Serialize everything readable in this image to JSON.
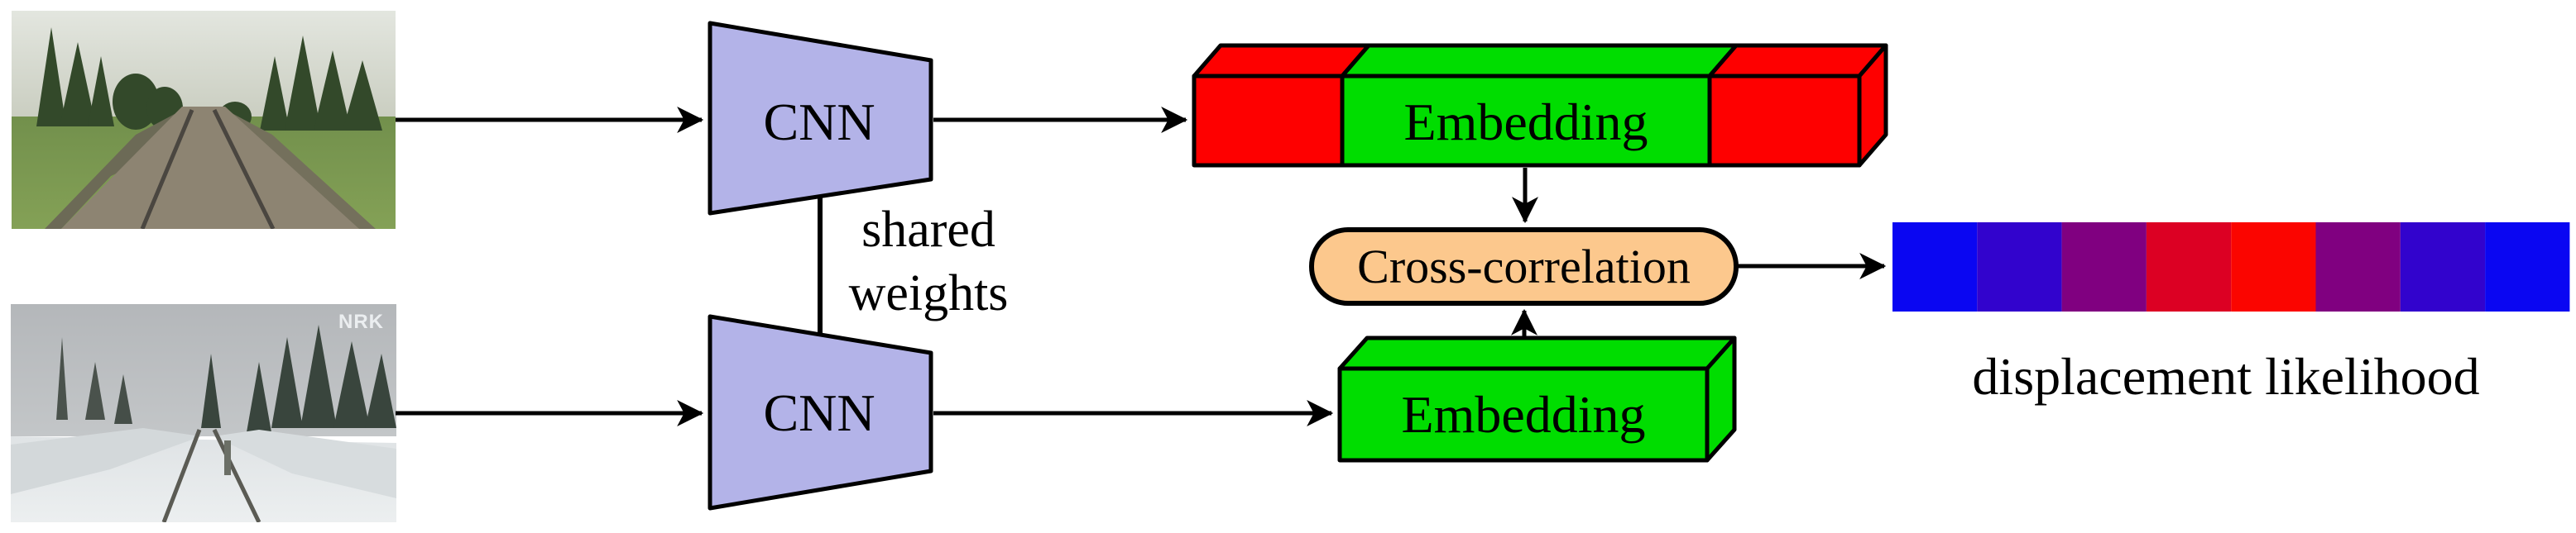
{
  "diagram": {
    "title_semantic": "siamese CNN cross-correlation displacement pipeline",
    "inputs": {
      "top_photo": {
        "description": "summer railway track between forest",
        "watermark": ""
      },
      "bottom_photo": {
        "description": "snow covered railway track",
        "watermark": "NRK"
      }
    },
    "cnn_top": {
      "label": "CNN"
    },
    "cnn_bottom": {
      "label": "CNN"
    },
    "shared_weights": {
      "line1": "shared",
      "line2": "weights"
    },
    "embedding_top": {
      "label": "Embedding"
    },
    "embedding_bottom": {
      "label": "Embedding"
    },
    "cross_correlation": {
      "label": "Cross-correlation"
    },
    "output_caption": "displacement likelihood",
    "colors": {
      "cnn_fill": "#b3b3e8",
      "box_red": "#fe0000",
      "box_green": "#00dd00",
      "cross_corr_fill": "#fcc88d",
      "outline": "#000000"
    },
    "likelihood_bar": {
      "segments": [
        "#0a06f2",
        "#3203cd",
        "#800080",
        "#dc0023",
        "#fb0500",
        "#800080",
        "#3203cd",
        "#0a06f2"
      ],
      "semantics": [
        "low",
        "low-mid",
        "mid",
        "high",
        "peak",
        "mid",
        "low-mid",
        "low"
      ]
    }
  },
  "chart_data": {
    "type": "heatmap",
    "title": "displacement likelihood",
    "x": [
      1,
      2,
      3,
      4,
      5,
      6,
      7,
      8
    ],
    "values_qualitative": [
      "low",
      "low-mid",
      "mid",
      "high",
      "peak",
      "mid",
      "low-mid",
      "low"
    ],
    "cell_colors": [
      "#0a06f2",
      "#3203cd",
      "#800080",
      "#dc0023",
      "#fb0500",
      "#800080",
      "#3203cd",
      "#0a06f2"
    ],
    "legend_position": "none",
    "grid": false
  }
}
